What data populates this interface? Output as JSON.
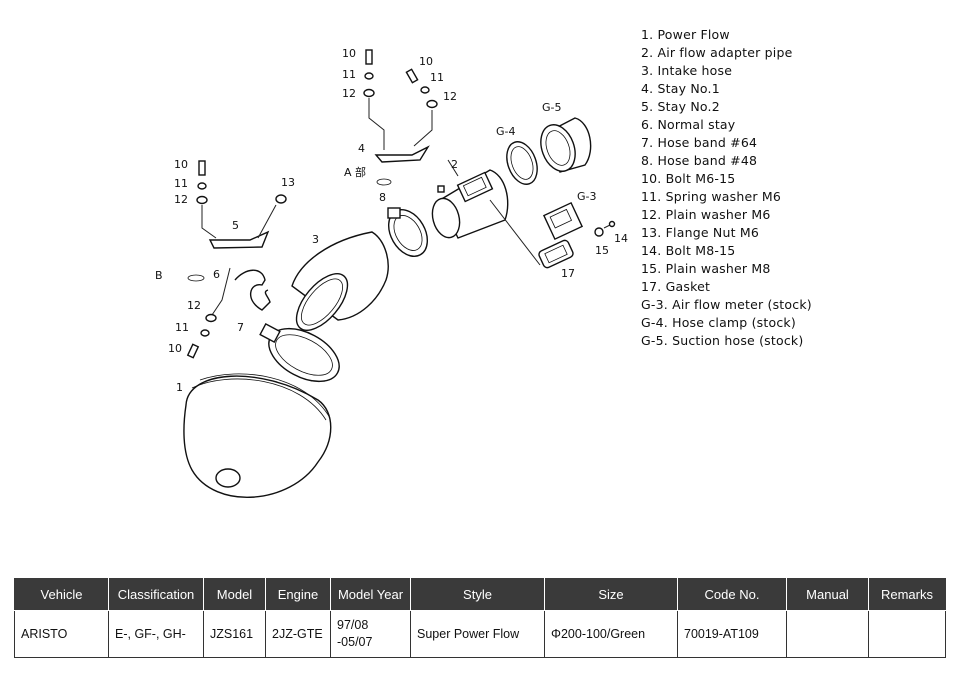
{
  "diagram": {
    "callouts": [
      "1",
      "2",
      "3",
      "4",
      "5",
      "6",
      "7",
      "8",
      "10",
      "11",
      "12",
      "13",
      "14",
      "15",
      "17",
      "G-3",
      "G-4",
      "G-5"
    ],
    "view_a_label": "A 部",
    "view_b_label": "B"
  },
  "legend": [
    "1. Power Flow",
    "2. Air flow adapter pipe",
    "3. Intake hose",
    "4. Stay No.1",
    "5. Stay No.2",
    "6. Normal stay",
    "7. Hose band #64",
    "8. Hose band #48",
    "10. Bolt M6-15",
    "11. Spring washer M6",
    "12. Plain washer M6",
    "13. Flange Nut M6",
    "14. Bolt M8-15",
    "15. Plain washer M8",
    "17. Gasket",
    "G-3. Air flow meter (stock)",
    "G-4. Hose clamp (stock)",
    "G-5. Suction hose (stock)"
  ],
  "table": {
    "headers": [
      "Vehicle",
      "Classification",
      "Model",
      "Engine",
      "Model Year",
      "Style",
      "Size",
      "Code No.",
      "Manual",
      "Remarks"
    ],
    "rows": [
      [
        "ARISTO",
        "E-, GF-, GH-",
        "JZS161",
        "2JZ-GTE",
        "97/08\n-05/07",
        "Super Power Flow",
        "Φ200-100/Green",
        "70019-AT109",
        "",
        ""
      ]
    ]
  }
}
